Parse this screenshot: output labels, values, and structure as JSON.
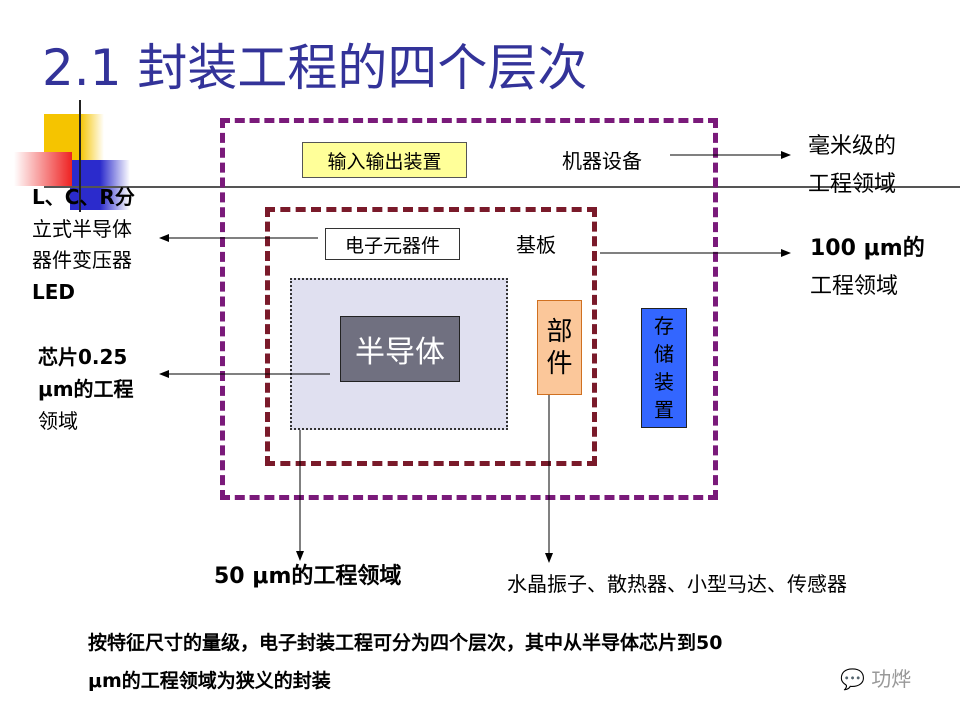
{
  "title": "2.1 封装工程的四个层次",
  "labels": {
    "io_device": "输入输出装置",
    "machine": "机器设备",
    "mm_domain_1": "毫米级的",
    "mm_domain_2": "工程领域",
    "components": "电子元器件",
    "substrate": "基板",
    "um100_1": "100 μm的",
    "um100_2": "工程领域",
    "semiconductor": "半导体",
    "part": "部件",
    "storage": "存储装置",
    "left_top": [
      "L、C、R分",
      "立式半导体",
      "器件变压器",
      "LED"
    ],
    "left_chip": [
      "芯片0.25",
      "μm的工程",
      "领域"
    ],
    "um50": "50 μm的工程领域",
    "parts_list": "水晶振子、散热器、小型马达、传感器"
  },
  "footer": [
    "按特征尺寸的量级，电子封装工程可分为四个层次，其中从半导体芯片到50",
    "μm的工程领域为狭义的封装"
  ],
  "watermark": "功烨",
  "colors": {
    "title": "#333399",
    "outer": "#7a1a7a",
    "inner": "#7a1a2a",
    "storage": "#3366ff"
  }
}
